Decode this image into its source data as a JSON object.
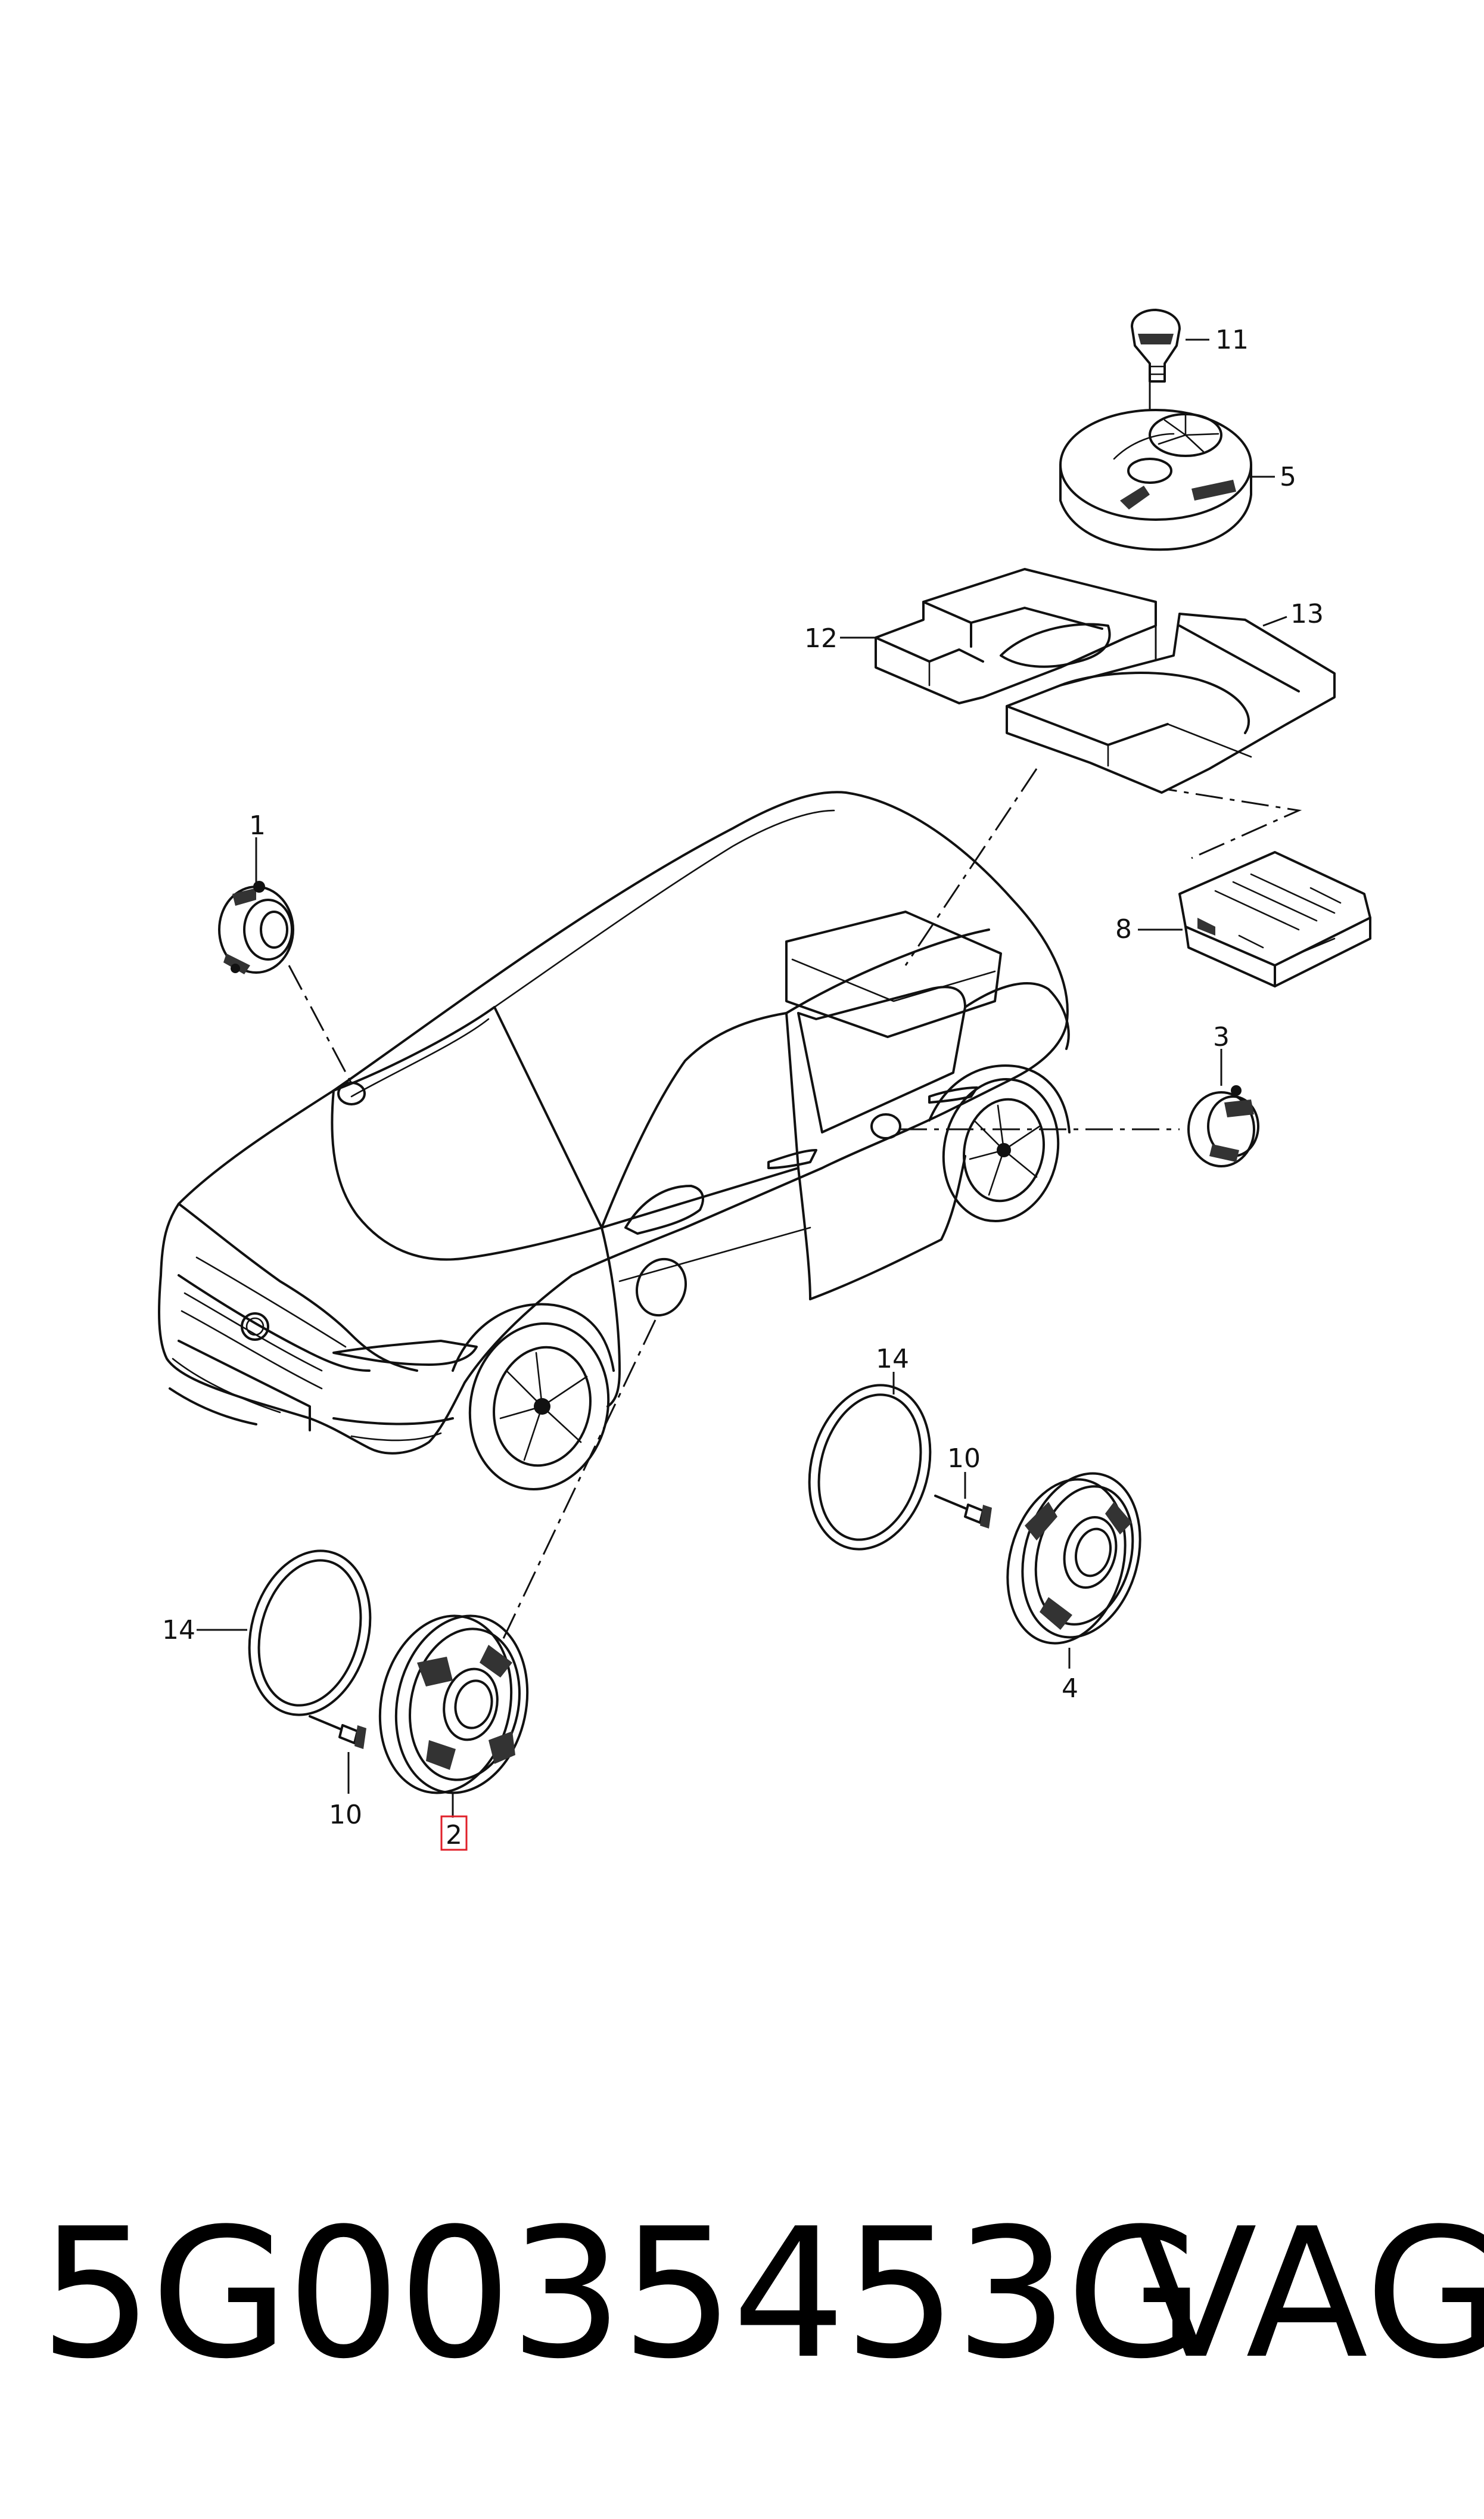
{
  "diagram": {
    "callouts": {
      "c1": "1",
      "c2": "2",
      "c3": "3",
      "c4": "4",
      "c5": "5",
      "c8": "8",
      "c10a": "10",
      "c10b": "10",
      "c11": "11",
      "c12": "12",
      "c13": "13",
      "c14a": "14",
      "c14b": "14"
    },
    "highlighted_callout": "2",
    "highlight_color": "#e0202a"
  },
  "footer": {
    "part_number": "5G0035453G",
    "brand": "VAG"
  }
}
